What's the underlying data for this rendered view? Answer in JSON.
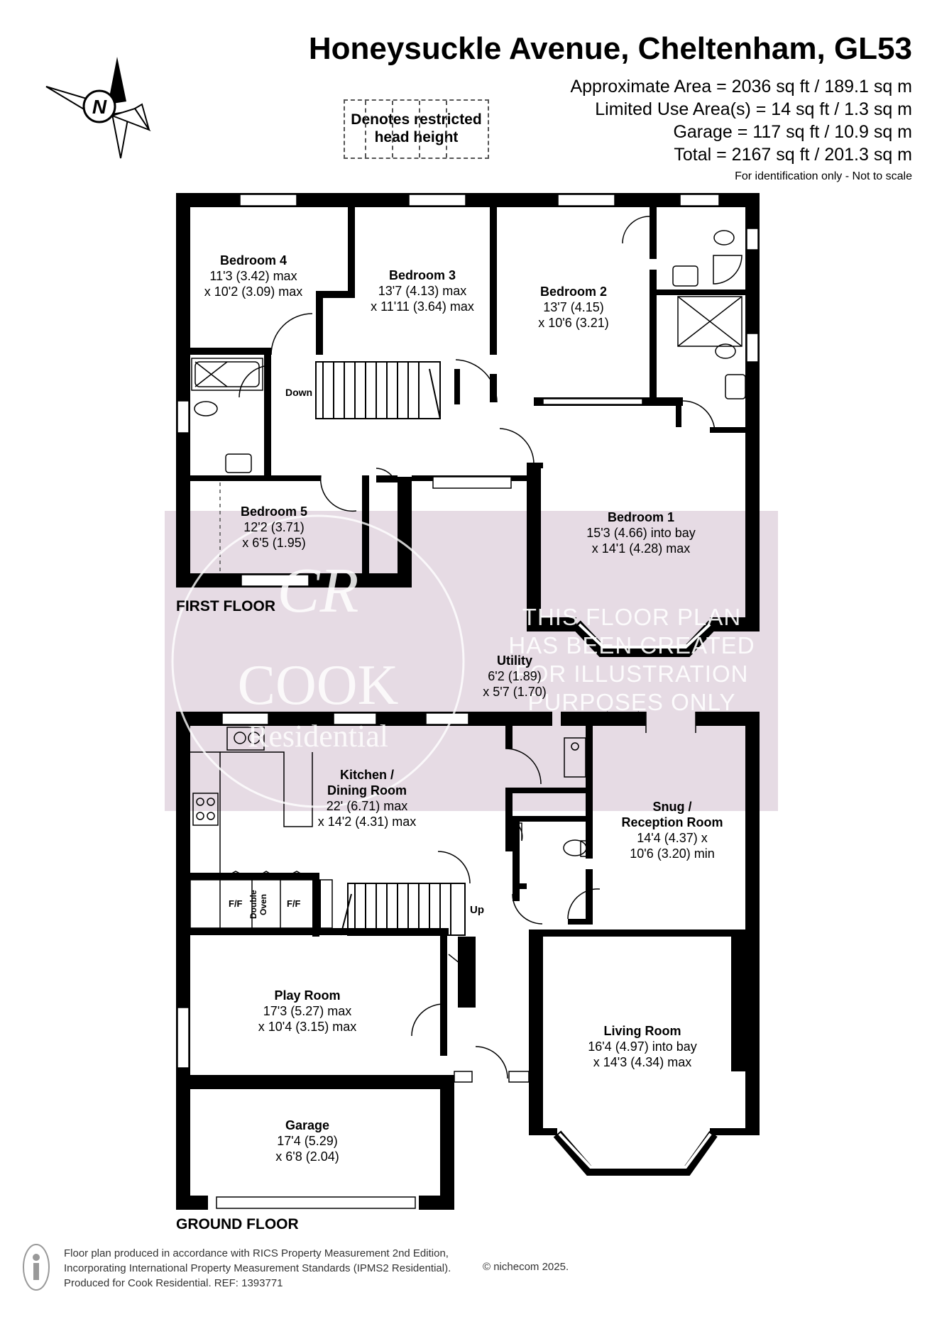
{
  "header": {
    "title": "Honeysuckle Avenue, Cheltenham, GL53",
    "approx_area": "Approximate Area = 2036 sq ft / 189.1 sq m",
    "limited_use": "Limited Use Area(s) = 14 sq ft / 1.3 sq m",
    "garage": "Garage = 117 sq ft / 10.9 sq m",
    "total": "Total = 2167 sq ft / 201.3 sq m",
    "note": "For identification only - Not to scale"
  },
  "legend": {
    "line1": "Denotes restricted",
    "line2": "head height"
  },
  "compass": {
    "label": "N"
  },
  "first_floor": {
    "label": "FIRST FLOOR",
    "stairs_label": "Down",
    "rooms": [
      {
        "id": "bedroom4",
        "name": "Bedroom 4",
        "dim1": "11'3 (3.42) max",
        "dim2": "x 10'2 (3.09) max"
      },
      {
        "id": "bedroom3",
        "name": "Bedroom 3",
        "dim1": "13'7 (4.13) max",
        "dim2": "x 11'11 (3.64) max"
      },
      {
        "id": "bedroom2",
        "name": "Bedroom 2",
        "dim1": "13'7 (4.15)",
        "dim2": "x 10'6 (3.21)"
      },
      {
        "id": "bedroom5",
        "name": "Bedroom 5",
        "dim1": "12'2 (3.71)",
        "dim2": "x 6'5 (1.95)"
      },
      {
        "id": "bedroom1",
        "name": "Bedroom 1",
        "dim1": "15'3 (4.66) into bay",
        "dim2": "x 14'1 (4.28) max"
      }
    ]
  },
  "ground_floor": {
    "label": "GROUND FLOOR",
    "stairs_label": "Up",
    "appliances": {
      "ff1": "F/F",
      "oven1": "Double",
      "oven2": "Oven",
      "ff2": "F/F"
    },
    "rooms": [
      {
        "id": "utility",
        "name": "Utility",
        "dim1": "6'2 (1.89)",
        "dim2": "x 5'7 (1.70)"
      },
      {
        "id": "kitchen",
        "name": "Kitchen /",
        "name2": "Dining Room",
        "dim1": "22' (6.71) max",
        "dim2": "x 14'2 (4.31) max"
      },
      {
        "id": "snug",
        "name": "Snug /",
        "name2": "Reception Room",
        "dim1": "14'4 (4.37) x",
        "dim2": "10'6 (3.20) min"
      },
      {
        "id": "playroom",
        "name": "Play Room",
        "dim1": "17'3 (5.27) max",
        "dim2": "x 10'4 (3.15) max"
      },
      {
        "id": "living",
        "name": "Living Room",
        "dim1": "16'4 (4.97) into bay",
        "dim2": "x 14'3 (4.34) max"
      },
      {
        "id": "garage",
        "name": "Garage",
        "dim1": "17'4 (5.29)",
        "dim2": "x 6'8 (2.04)"
      }
    ]
  },
  "watermark": {
    "monogram": "CR",
    "brand": "COOK",
    "brand2": "Residential",
    "line1": "THIS FLOOR PLAN",
    "line2": "HAS BEEN CREATED",
    "line3": "FOR ILLUSTRATION",
    "line4": "PURPOSES ONLY"
  },
  "footer": {
    "line1": "Floor plan produced in accordance with RICS Property Measurement 2nd Edition,",
    "line2": "Incorporating International Property Measurement Standards (IPMS2 Residential).",
    "line3": "Produced for Cook Residential.   REF: 1393771",
    "brand": "© nichecom 2025."
  },
  "colors": {
    "wall": "#000000",
    "watermark": "#c9adc4"
  }
}
